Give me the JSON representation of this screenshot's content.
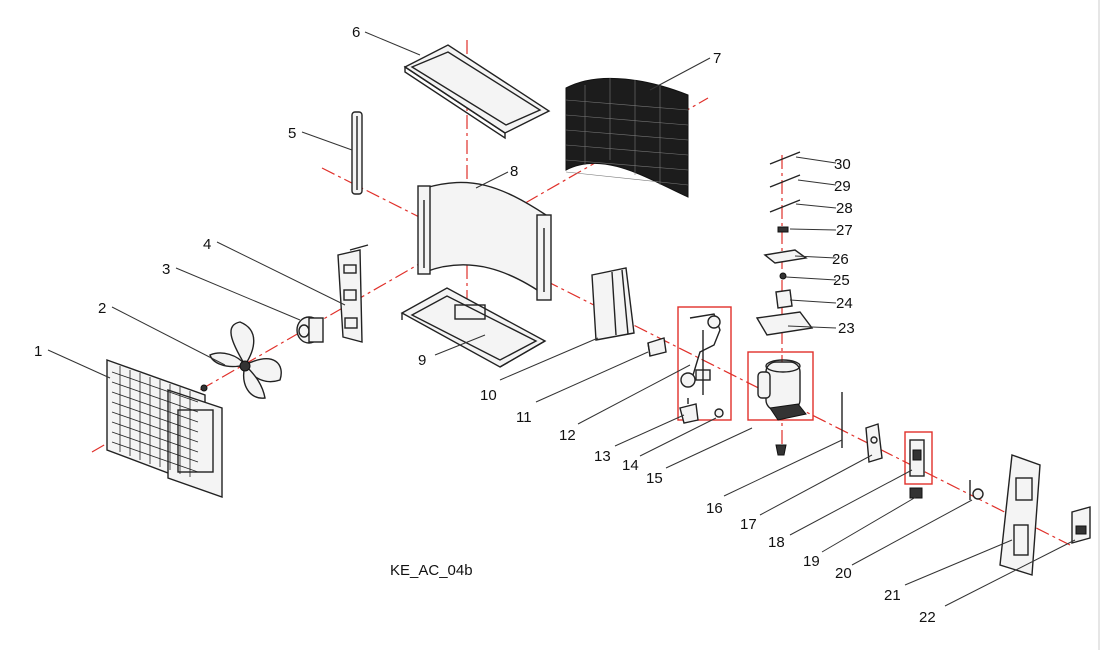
{
  "diagram": {
    "caption": "KE_AC_04b",
    "accent_color": "#e0302a",
    "line_color": "#222222",
    "part_numbers": [
      "1",
      "2",
      "3",
      "4",
      "5",
      "6",
      "7",
      "8",
      "9",
      "10",
      "11",
      "12",
      "13",
      "14",
      "15",
      "16",
      "17",
      "18",
      "19",
      "20",
      "21",
      "22",
      "23",
      "24",
      "25",
      "26",
      "27",
      "28",
      "29",
      "30"
    ]
  }
}
